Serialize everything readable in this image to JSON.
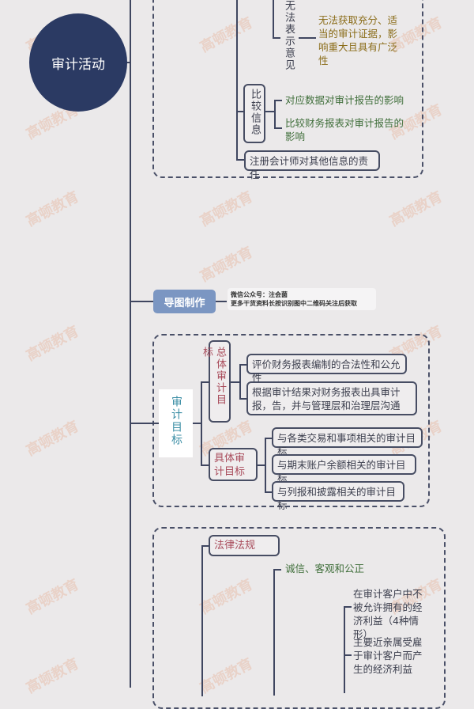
{
  "root": {
    "label": "审计活动"
  },
  "section1": {
    "disclaimer": {
      "label": "无法表示意见",
      "desc": "无法获取充分、适当的审计证据，影响重大且具有广泛性"
    },
    "comparative": {
      "label": "比较信息",
      "items": [
        "对应数据对审计报告的影响",
        "比较财务报表对审计报告的影响"
      ]
    },
    "other_info": "注册会计师对其他信息的责任"
  },
  "credit": {
    "label": "导图制作",
    "line1": "微信公众号：注会菌",
    "line2": "更多干货资料长按识别图中二维码关注后获取"
  },
  "section2": {
    "label": "审计目标",
    "overall": {
      "label": "总体审计目标",
      "items": [
        "评价财务报表编制的合法性和公允性",
        "根据审计结果对财务报表出具审计报，告，并与管理层和治理层沟通"
      ]
    },
    "specific": {
      "label": "具体审计目标",
      "items": [
        "与各类交易和事项相关的审计目标",
        "与期末账户余额相关的审计目标",
        "与列报和披露相关的审计目标"
      ]
    }
  },
  "section3": {
    "law": "法律法规",
    "integrity": "诚信、客观和公正",
    "items": [
      "在审计客户中不被允许拥有的经济利益（4种情形）",
      "主要近亲属受雇于审计客户而产生的经济利益"
    ]
  },
  "watermark": "高顿教育"
}
